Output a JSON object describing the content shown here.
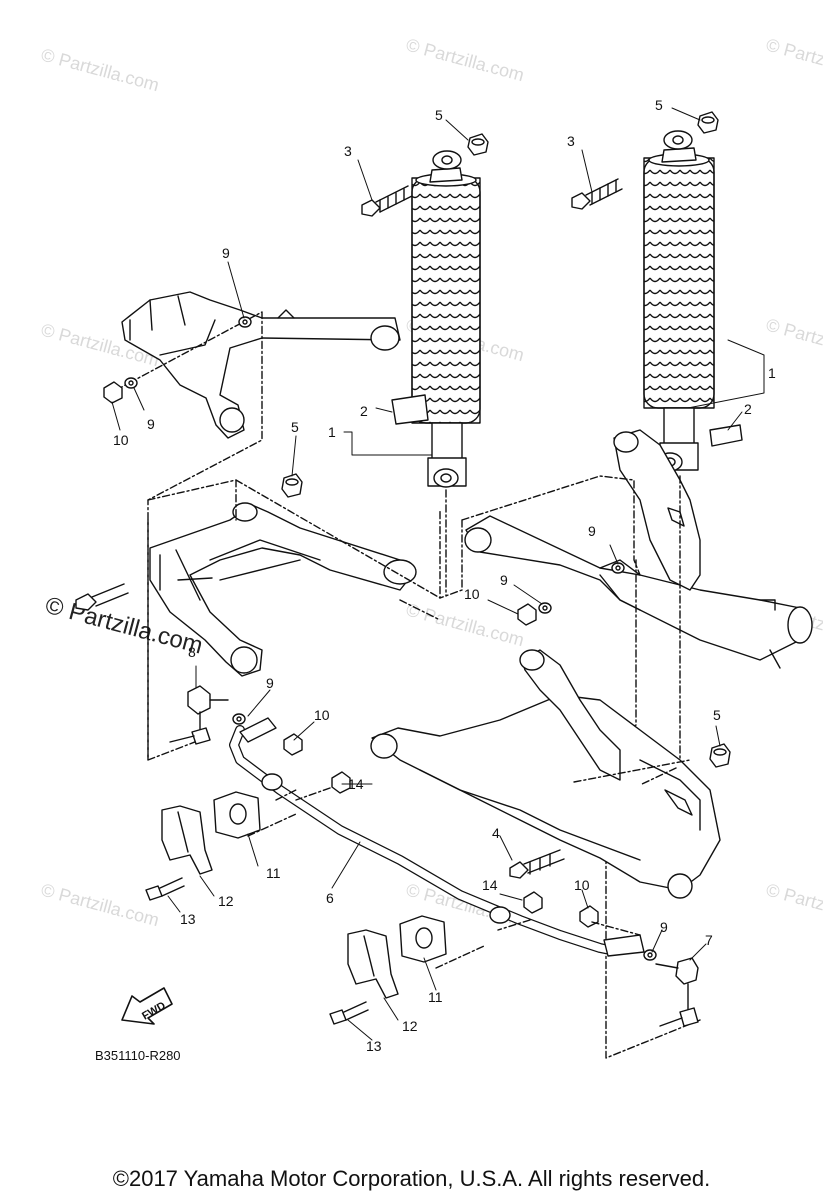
{
  "watermark": "© Partzilla.com",
  "callouts": {
    "c1": "1",
    "c2": "2",
    "c3": "3",
    "c4": "4",
    "c5": "5",
    "c6": "6",
    "c7": "7",
    "c8": "8",
    "c9": "9",
    "c10": "10",
    "c11": "11",
    "c12": "12",
    "c13": "13",
    "c14": "14"
  },
  "fwd_label": "FWD",
  "diagram_code": "B351110-R280",
  "copyright": "©2017 Yamaha Motor Corporation, U.S.A. All rights reserved.",
  "colors": {
    "line": "#111111",
    "watermark": "#d9d9d9"
  }
}
